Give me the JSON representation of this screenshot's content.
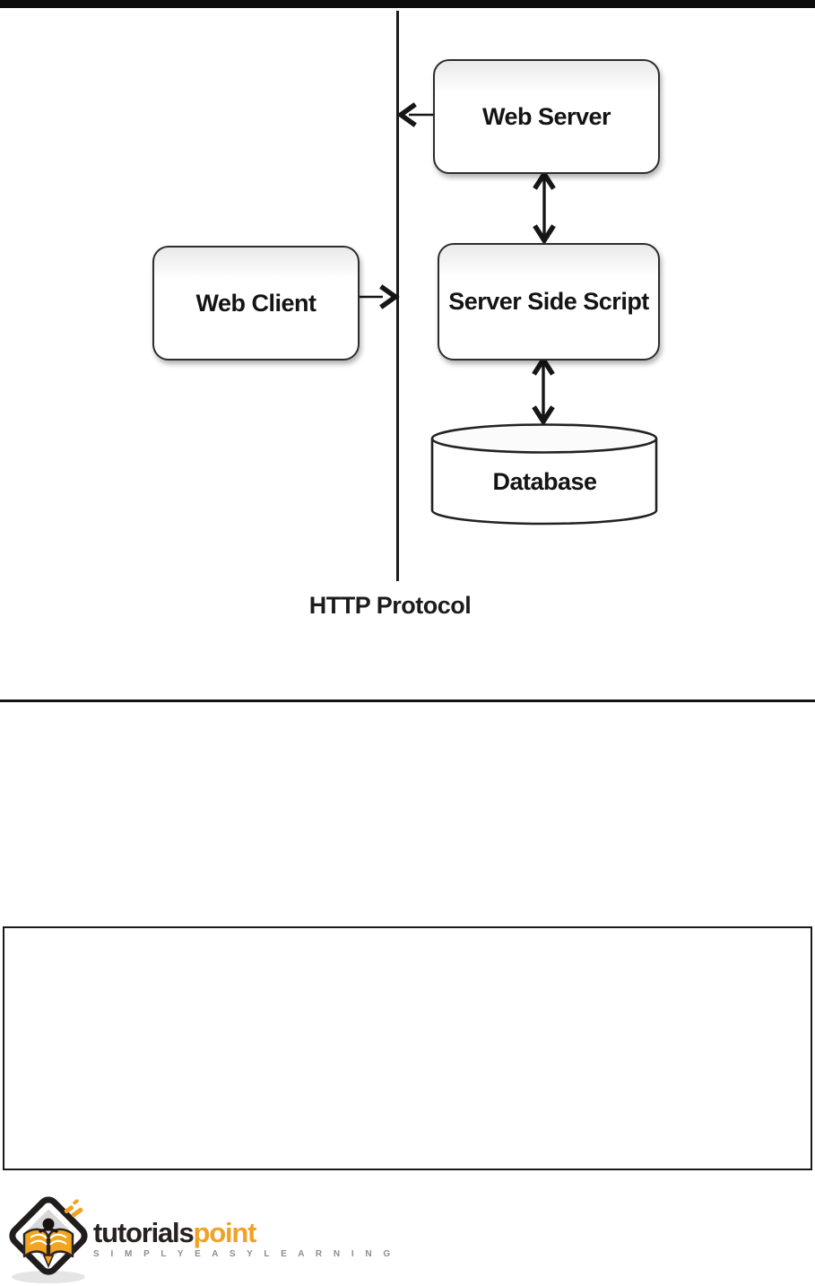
{
  "diagram": {
    "nodes": {
      "web_server": "Web Server",
      "web_client": "Web Client",
      "server_side_script": "Server Side Script",
      "database": "Database"
    },
    "protocol_label": "HTTP Protocol",
    "connections": [
      {
        "from": "web_server",
        "to": "http_protocol_line",
        "direction": "one-way-left"
      },
      {
        "from": "web_client",
        "to": "http_protocol_line",
        "direction": "one-way-right"
      },
      {
        "from": "web_server",
        "to": "server_side_script",
        "direction": "two-way"
      },
      {
        "from": "server_side_script",
        "to": "database",
        "direction": "two-way"
      }
    ],
    "colors": {
      "stroke": "#1b1b1b",
      "node_border": "#2d2d2d",
      "node_fill": "#ffffff",
      "label_text": "#141414"
    }
  },
  "footer_logo": {
    "brand_first": "tutorials",
    "brand_second": "point",
    "tagline": "S I M P L Y E A S Y L E A R N I N G",
    "colors": {
      "brand_dark": "#27221f",
      "brand_orange": "#f0a225",
      "tagline_gray": "#8e8e8e",
      "emblem_gray": "#d7d7d7"
    }
  }
}
